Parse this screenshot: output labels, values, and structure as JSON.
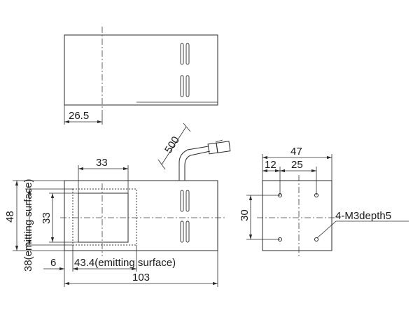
{
  "top_view": {
    "dim_26_5": "26.5"
  },
  "front_view": {
    "dim_500": "500",
    "dim_33_h": "33",
    "dim_33_v": "33",
    "dim_48": "48",
    "dim_38_emit": "38(emitting surface)",
    "dim_6": "6",
    "dim_43_4_emit": "43.4(emitting surface)",
    "dim_103": "103"
  },
  "side_view": {
    "dim_47": "47",
    "dim_12": "12",
    "dim_25": "25",
    "dim_30": "30",
    "hole_callout": "4-M3depth5"
  }
}
